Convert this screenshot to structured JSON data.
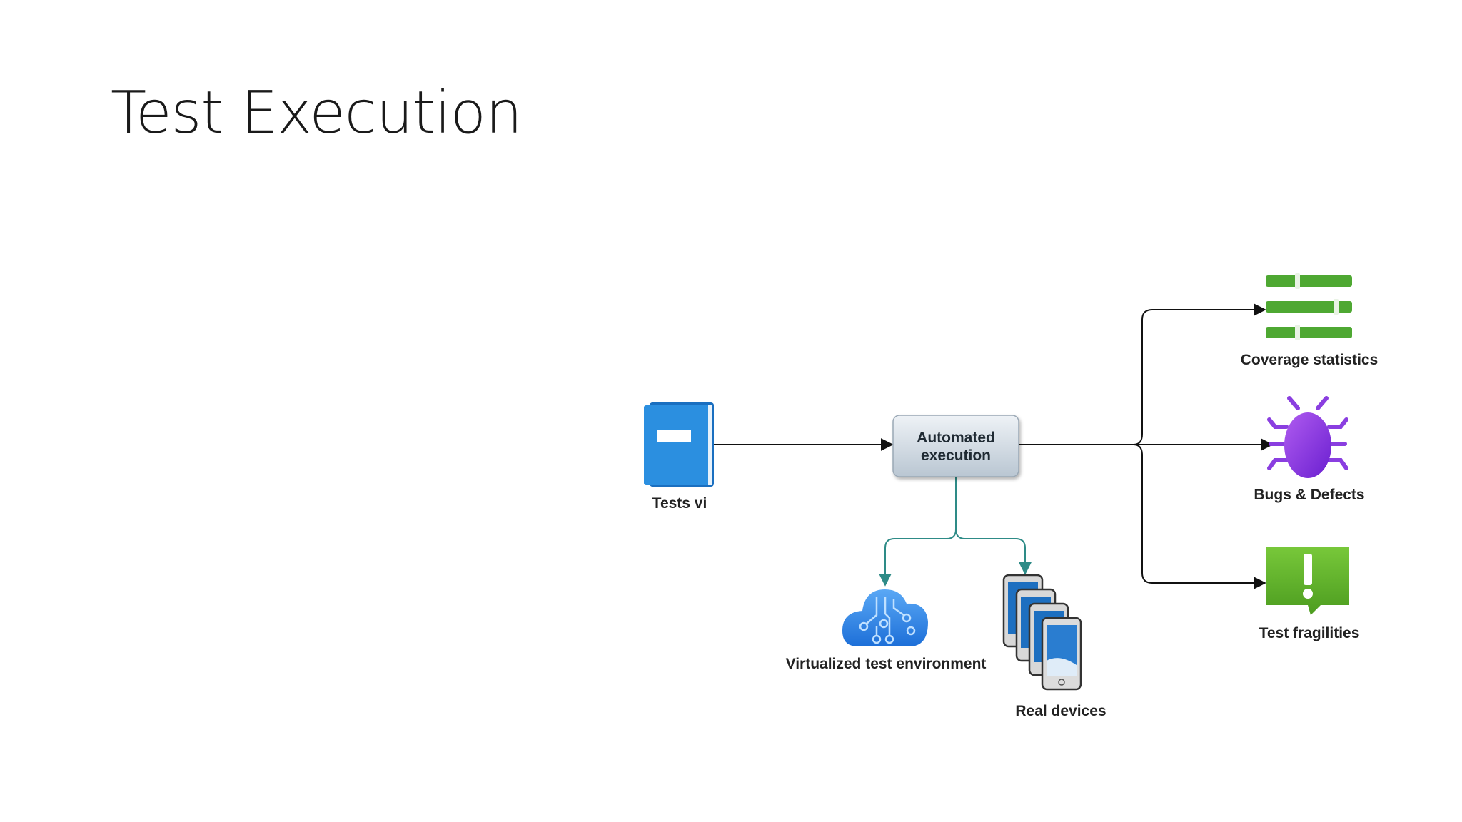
{
  "slide": {
    "title": "Test Execution"
  },
  "diagram": {
    "nodes": {
      "tests": {
        "label": "Tests vi",
        "icon": "book-icon"
      },
      "automated": {
        "label_line1": "Automated",
        "label_line2": "execution"
      },
      "virtual_env": {
        "label": "Virtualized test environment",
        "icon": "cloud-circuit-icon"
      },
      "real_devices": {
        "label": "Real devices",
        "icon": "tablets-icon"
      },
      "coverage": {
        "label": "Coverage statistics",
        "icon": "sliders-icon"
      },
      "bugs": {
        "label": "Bugs & Defects",
        "icon": "bug-icon"
      },
      "fragilities": {
        "label": "Test fragilities",
        "icon": "alert-speech-icon"
      }
    },
    "colors": {
      "book": "#2b8fe0",
      "teal_connector": "#2e8b87",
      "coverage_green": "#4ea832",
      "bug_purple": "#8a3ee0",
      "alert_green": "#5fb82a",
      "cloud_blue": "#2f7fe0"
    }
  }
}
